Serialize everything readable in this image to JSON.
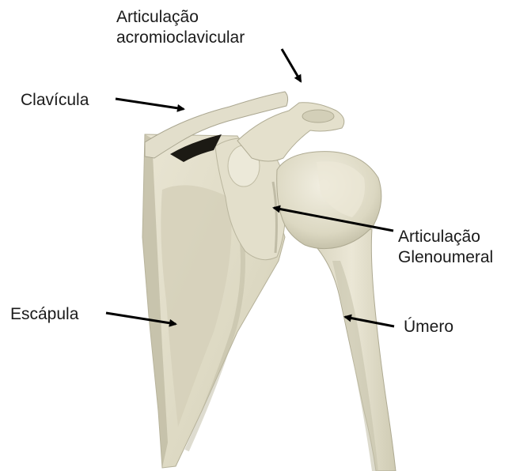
{
  "labels": {
    "acromioclavicular": {
      "line1": "Articulação",
      "line2": "acromioclavicular"
    },
    "clavicula": "Clavícula",
    "glenoumeral": {
      "line1": "Articulação",
      "line2": "Glenoumeral"
    },
    "escapula": "Escápula",
    "umero": "Úmero"
  },
  "colors": {
    "bone": "#e6e2cf",
    "bone_shadow": "#c9c5ad",
    "bone_dark": "#a9a58e",
    "arrow": "#000000",
    "background": "#ffffff"
  }
}
